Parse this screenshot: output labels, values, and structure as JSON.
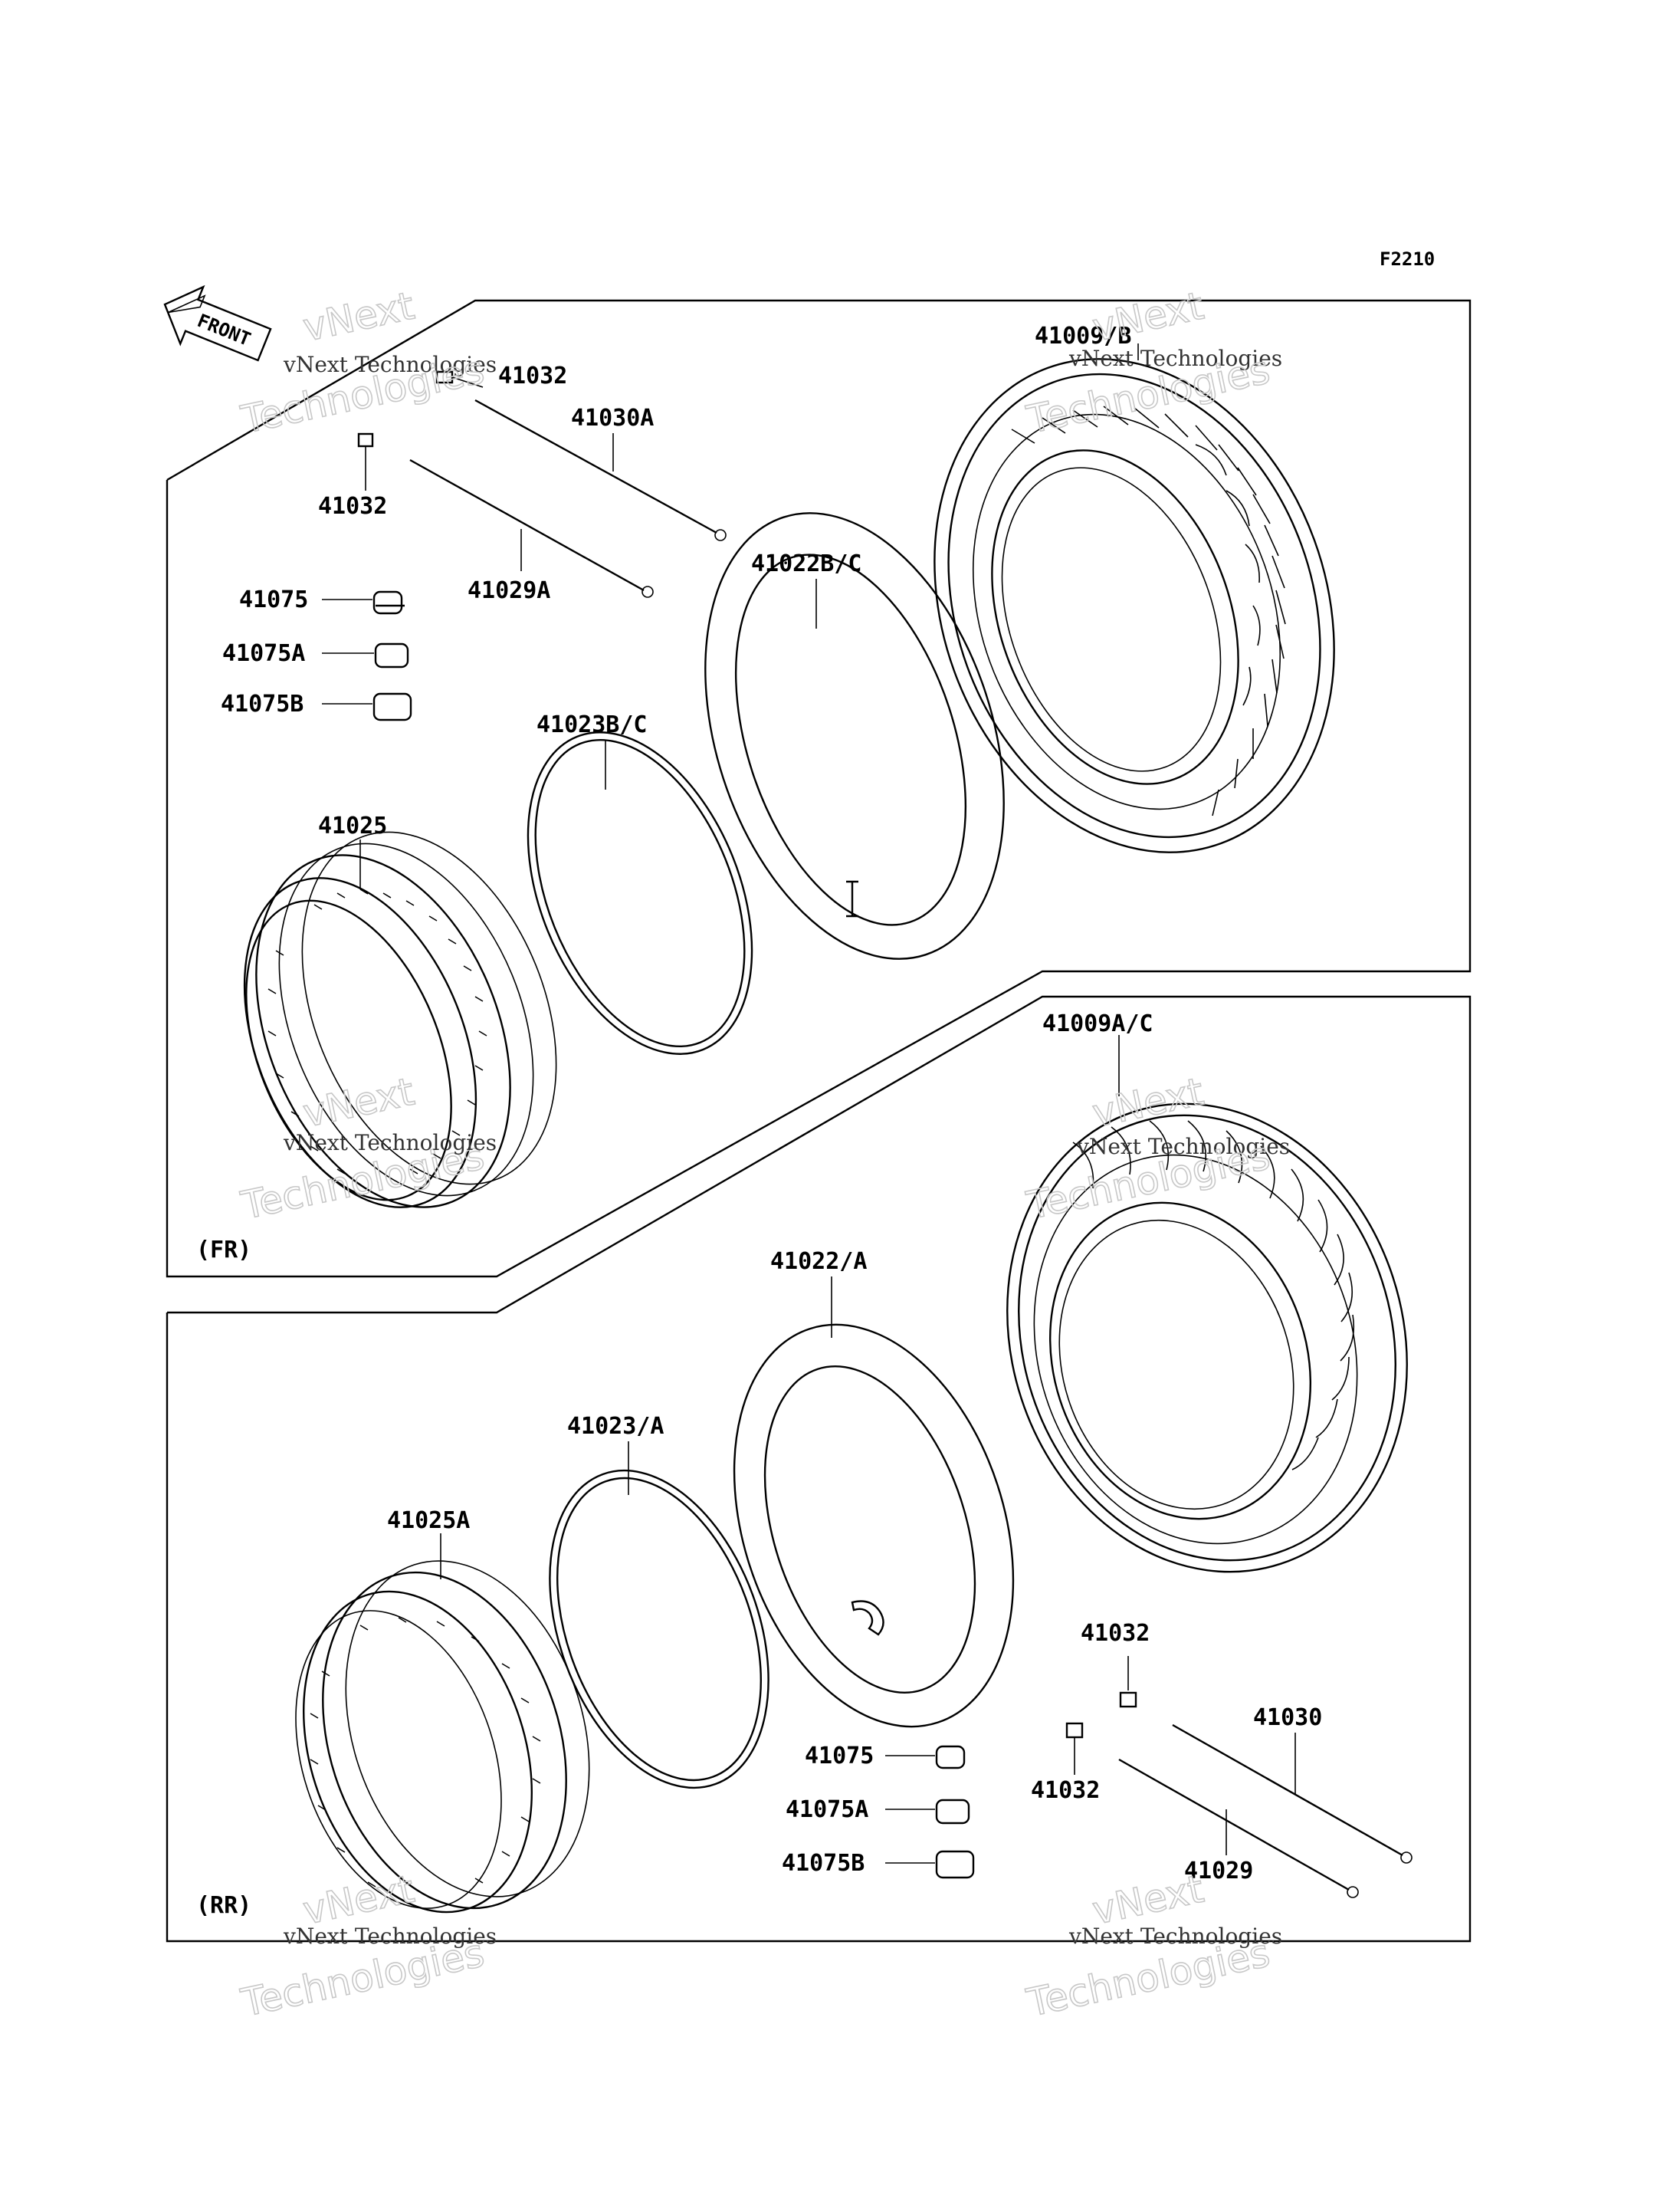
{
  "figure_code": "F2210",
  "front_label": "FRONT",
  "sections": {
    "front": "(FR)",
    "rear": "(RR)"
  },
  "watermark": {
    "small": "vNext Technologies",
    "big_line1": "vNext",
    "big_line2": "Technologies"
  },
  "parts": {
    "fr_tire": "41009/B",
    "fr_valve_cap": "41032",
    "fr_spoke_a": "41030A",
    "fr_nipple": "41032",
    "fr_spoke_b": "41029A",
    "fr_tube": "41022B/C",
    "fr_weight1": "41075",
    "fr_weight2": "41075A",
    "fr_weight3": "41075B",
    "fr_band": "41023B/C",
    "fr_rim": "41025",
    "rr_tire": "41009A/C",
    "rr_tube": "41022/A",
    "rr_band": "41023/A",
    "rr_rim": "41025A",
    "rr_nipple_top": "41032",
    "rr_spoke_a": "41030",
    "rr_nipple_bot": "41032",
    "rr_weight1": "41075",
    "rr_weight2": "41075A",
    "rr_weight3": "41075B",
    "rr_spoke_b": "41029"
  }
}
